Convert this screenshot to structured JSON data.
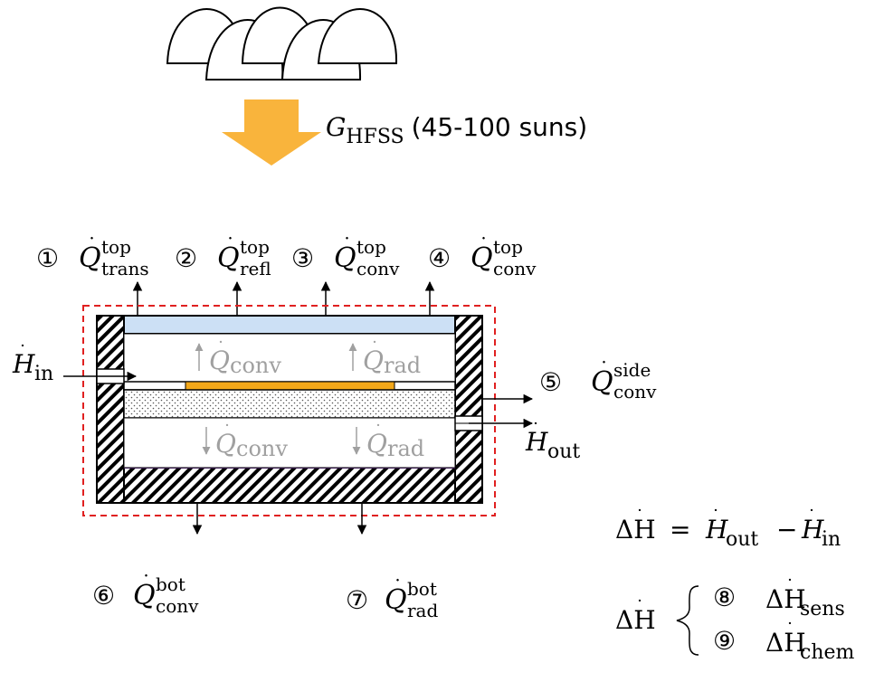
{
  "flux": {
    "symbol": "G",
    "subscript": "HFSS",
    "suffix": "(45-100 suns)"
  },
  "top_losses": [
    {
      "num": "①",
      "sup": "top",
      "sub": "trans"
    },
    {
      "num": "②",
      "sup": "top",
      "sub": "refl"
    },
    {
      "num": "③",
      "sup": "top",
      "sub": "conv"
    },
    {
      "num": "④",
      "sup": "top",
      "sub": "conv"
    }
  ],
  "side_loss": {
    "num": "⑤",
    "sup": "side",
    "sub": "conv"
  },
  "bottom_losses": [
    {
      "num": "⑥",
      "sup": "bot",
      "sub": "conv"
    },
    {
      "num": "⑦",
      "sup": "bot",
      "sub": "rad"
    }
  ],
  "inner_upper": [
    {
      "sub": "conv"
    },
    {
      "sub": "rad"
    }
  ],
  "inner_lower": [
    {
      "sub": "conv"
    },
    {
      "sub": "rad"
    }
  ],
  "inlet": {
    "symbol": "H",
    "sub": "in"
  },
  "outlet": {
    "symbol": "H",
    "sub": "out"
  },
  "enthalpy_eq": {
    "lhs": "ΔH",
    "eq": "=",
    "t1": "H",
    "t1_sub": "out",
    "minus": "−",
    "t2": "H",
    "t2_sub": "in"
  },
  "enthalpy_split": {
    "lhs": "ΔH",
    "items": [
      {
        "num": "⑧",
        "symbol": "ΔH",
        "sub": "sens"
      },
      {
        "num": "⑨",
        "symbol": "ΔH",
        "sub": "chem"
      }
    ]
  },
  "colors": {
    "arrow": "#F9B43C",
    "window": "#CCE0F5",
    "absorber": "#F3A81A",
    "boundary": "#E02020",
    "inner_label": "#A0A0A0",
    "bottom_line": "#7030A0"
  }
}
